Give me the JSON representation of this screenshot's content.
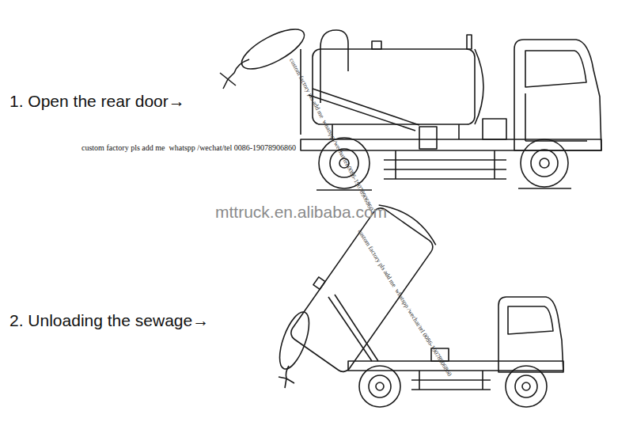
{
  "diagram": {
    "labels": [
      "1. Open the rear door→",
      "custom factory pls add me  whatspp /wechat/tel 0086-19078906860",
      "custom factory pls add me  whatspp /wechat/tel 0086-19078906860",
      "mttruck.en.alibaba.com",
      "custom factory pls add me  whatspp /wechat/tel 0086-19078906860",
      "2. Unloading the sewage→"
    ]
  }
}
